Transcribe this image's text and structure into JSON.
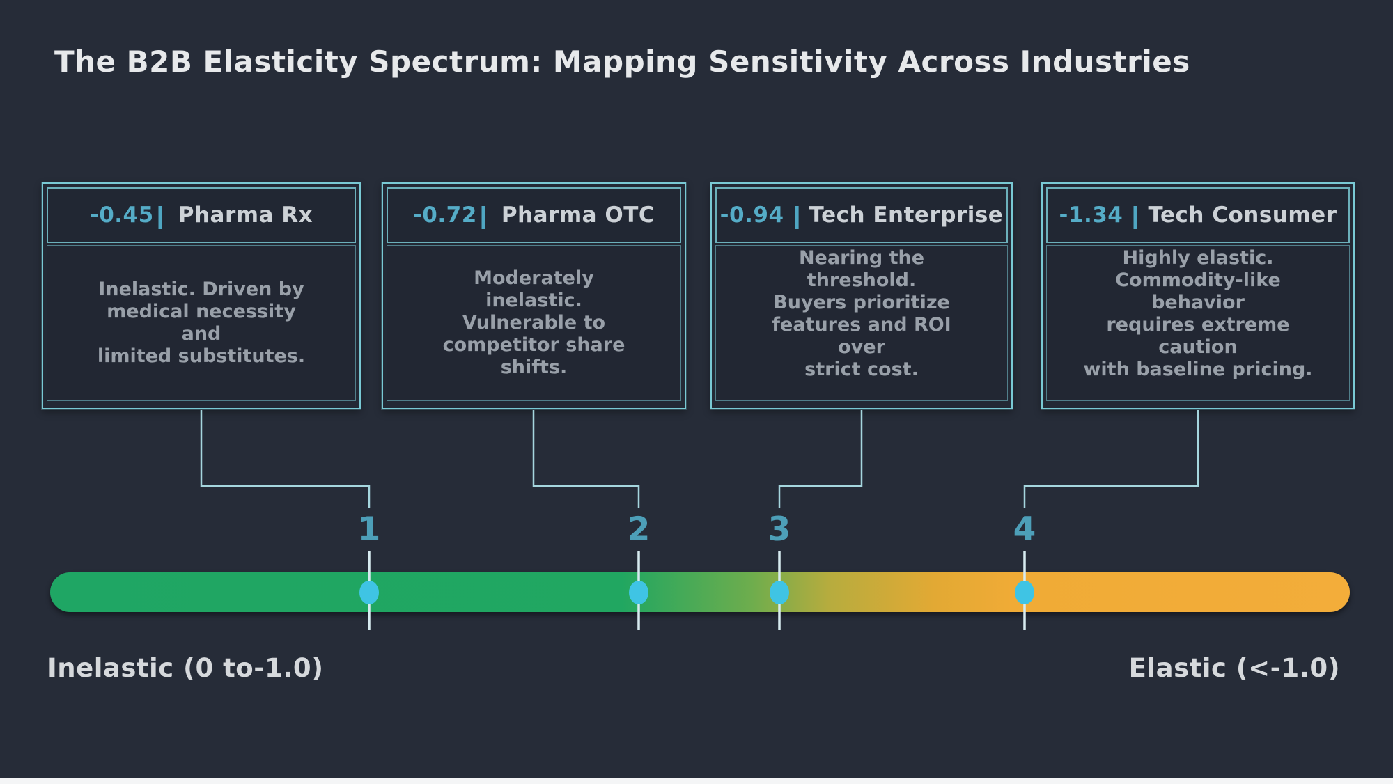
{
  "title": "The B2B Elasticity Spectrum: Mapping Sensitivity Across Industries",
  "cards": [
    {
      "value": "-0.45",
      "separator": "|",
      "name": "Pharma Rx",
      "marker": "1",
      "description": "Inelastic. Driven by\nmedical necessity\nand\nlimited substitutes."
    },
    {
      "value": "-0.72",
      "separator": "|",
      "name": "Pharma OTC",
      "marker": "2",
      "description": "Moderately\ninelastic.\nVulnerable to\ncompetitor share\nshifts."
    },
    {
      "value": "-0.94",
      "separator": "|",
      "name": "Tech Enterprise",
      "marker": "3",
      "description": "Nearing the\nthreshold.\nBuyers prioritize\nfeatures and ROI\nover\nstrict cost."
    },
    {
      "value": "-1.34",
      "separator": "|",
      "name": "Tech Consumer",
      "marker": "4",
      "description": "Highly elastic.\nCommodity-like\nbehavior\nrequires extreme\ncaution\nwith baseline pricing."
    }
  ],
  "axis": {
    "left_label": "Inelastic (0 to-1.0)",
    "right_label": "Elastic (<-1.0)"
  },
  "colors": {
    "background": "#262c38",
    "card_border": "#79c9d4",
    "value_text": "#55acc7",
    "name_text": "#ccd1d6",
    "body_text": "#99a0a9",
    "marker_number": "#4d9fb8",
    "marker_dot": "#3fc4e4",
    "bar_green": "#1fa664",
    "bar_orange": "#f3ad3a"
  }
}
